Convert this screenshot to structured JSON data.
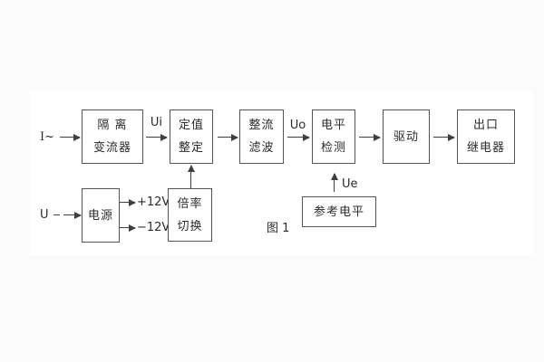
{
  "figure": {
    "caption": "图 1",
    "colors": {
      "background": "#fbfbfb",
      "panel": "#ffffff",
      "line": "#3f3f3f",
      "box_border": "#555555",
      "text": "#2b2b2b"
    }
  },
  "blocks": {
    "isolation_transformer": {
      "line1": "隔 离",
      "line2": "变流器"
    },
    "setting_adjust": {
      "line1": "定值",
      "line2": "整定"
    },
    "rectifier_filter": {
      "line1": "整流",
      "line2": "滤波"
    },
    "level_detection": {
      "line1": "电平",
      "line2": "检测"
    },
    "driver": {
      "line1": "驱动"
    },
    "output_relay": {
      "line1": "出口",
      "line2": "继电器"
    },
    "power_supply": {
      "line1": "电源"
    },
    "ratio_switch": {
      "line1": "倍率",
      "line2": "切换"
    },
    "reference_level": {
      "line1": "参考电平"
    }
  },
  "labels": {
    "input_current": "I~",
    "input_voltage": "U",
    "ui": "Ui",
    "uo": "Uo",
    "ue": "Ue",
    "plus12v": "+12V",
    "minus12v": "−12V"
  }
}
